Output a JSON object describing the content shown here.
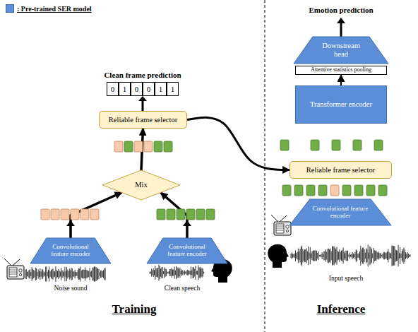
{
  "diagram": {
    "nodes": [
      {
        "text": [
          "Reliable frame selector"
        ]
      },
      {
        "text": [
          "Mix"
        ]
      },
      {
        "text": [
          "Convolutional feature encoder"
        ]
      },
      {
        "text": [
          "Convolutional feature encoder"
        ]
      },
      {
        "text": [
          "Downstream head"
        ]
      },
      {
        "text": [
          "Attentive statistics pooling"
        ]
      },
      {
        "text": [
          "Transformer encoder"
        ]
      },
      {
        "text": [
          "Reliable frame selector"
        ]
      },
      {
        "text": [
          "Convolutional feature encoder"
        ]
      }
    ],
    "edges": [
      {
        "from": 2,
        "to": 1,
        "arrow": "to"
      },
      {
        "from": 3,
        "to": 1,
        "arrow": "to"
      },
      {
        "from": 1,
        "to": 0,
        "arrow": "to"
      },
      {
        "from": 0,
        "to": 7,
        "arrow": "to"
      },
      {
        "from": 6,
        "to": 5,
        "arrow": "to"
      }
    ],
    "labels": [
      "Clean frame prediction",
      "0",
      "1",
      "0",
      "0",
      "1",
      "1",
      "Noise sound",
      "Clean speech",
      "Training",
      "Emotion prediction",
      "Input speech",
      "Inference"
    ],
    "legend": [
      {
        "text": ": Pre-trained SER model",
        "color": "#5b8ed6"
      }
    ]
  }
}
